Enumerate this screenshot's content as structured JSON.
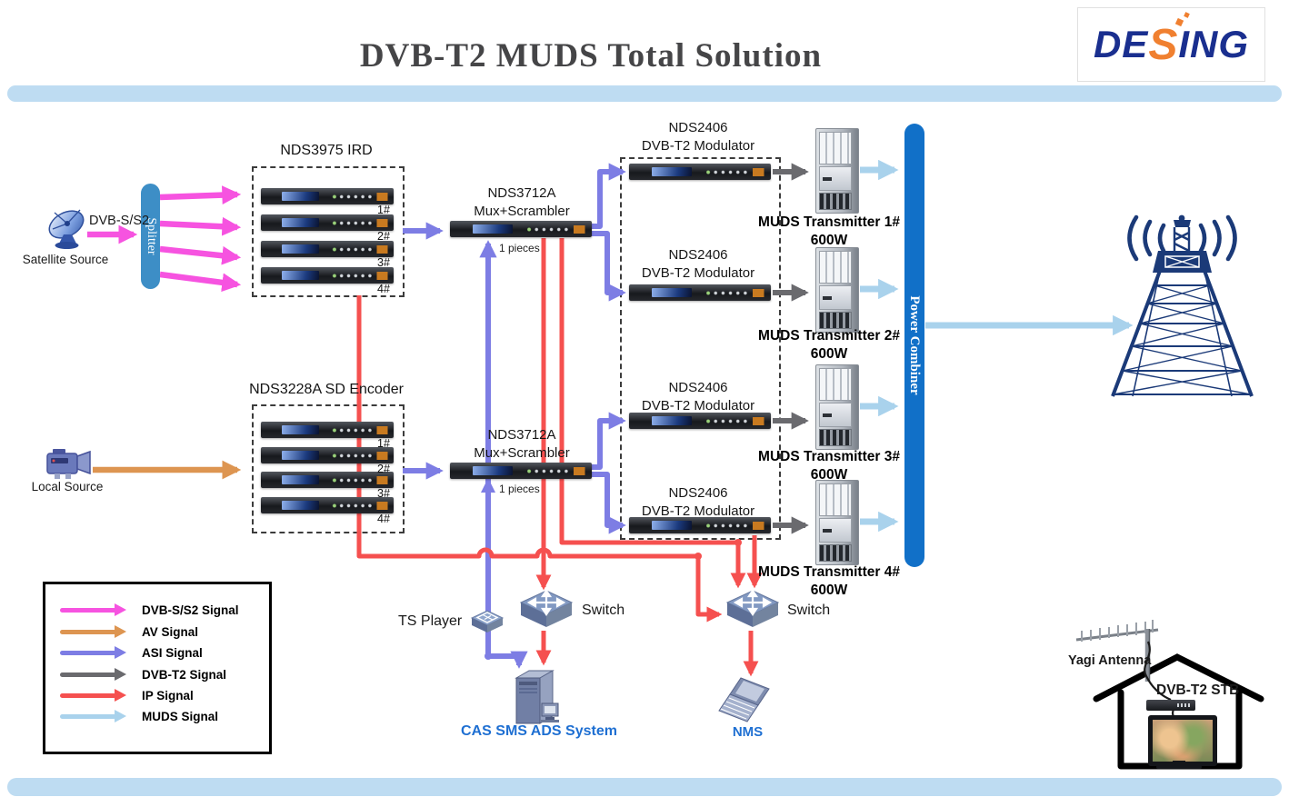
{
  "title": "DVB-T2 MUDS Total Solution",
  "logo": {
    "de": "DE",
    "s": "S",
    "ing": "ING"
  },
  "sources": {
    "satellite": {
      "label": "Satellite Source",
      "signal": "DVB-S/S2"
    },
    "local": {
      "label": "Local Source"
    }
  },
  "splitter": {
    "label": "Splitter"
  },
  "ird": {
    "title": "NDS3975 IRD",
    "units": [
      "1#",
      "2#",
      "3#",
      "4#"
    ]
  },
  "encoder": {
    "title": "NDS3228A SD Encoder",
    "units": [
      "1#",
      "2#",
      "3#",
      "4#"
    ]
  },
  "muxes": [
    {
      "model": "NDS3712A",
      "type": "Mux+Scrambler",
      "pieces": "1 pieces"
    },
    {
      "model": "NDS3712A",
      "type": "Mux+Scrambler",
      "pieces": "1 pieces"
    }
  ],
  "modulators": [
    {
      "model": "NDS2406",
      "type": "DVB-T2 Modulator"
    },
    {
      "model": "NDS2406",
      "type": "DVB-T2 Modulator"
    },
    {
      "model": "NDS2406",
      "type": "DVB-T2 Modulator"
    },
    {
      "model": "NDS2406",
      "type": "DVB-T2 Modulator"
    }
  ],
  "transmitters": [
    {
      "name": "MUDS Transmitter 1#",
      "power": "600W"
    },
    {
      "name": "MUDS Transmitter 2#",
      "power": "600W"
    },
    {
      "name": "MUDS Transmitter 3#",
      "power": "600W"
    },
    {
      "name": "MUDS Transmitter 4#",
      "power": "600W"
    }
  ],
  "combiner": {
    "label": "Power Combiner"
  },
  "network": {
    "ts_player": "TS Player",
    "switch1": "Switch",
    "switch2": "Switch",
    "cas": "CAS SMS ADS System",
    "nms": "NMS"
  },
  "legend": {
    "items": [
      {
        "label": "DVB-S/S2 Signal",
        "color": "#f653e0"
      },
      {
        "label": "AV Signal",
        "color": "#dd9551"
      },
      {
        "label": "ASI Signal",
        "color": "#7d7de4"
      },
      {
        "label": "DVB-T2 Signal",
        "color": "#6a6a6e"
      },
      {
        "label": "IP Signal",
        "color": "#f5504f"
      },
      {
        "label": "MUDS Signal",
        "color": "#a9d2ec"
      }
    ]
  },
  "home": {
    "antenna": "Yagi Antenna",
    "stb": "DVB-T2 STB"
  },
  "colors": {
    "top_bar": "#bedcf2",
    "splitter_bar": "#3d8ec6",
    "combiner_bar": "#1170c8",
    "logo_navy": "#1a2f8f",
    "logo_orange": "#f08030",
    "tower_navy": "#1b3a78"
  }
}
